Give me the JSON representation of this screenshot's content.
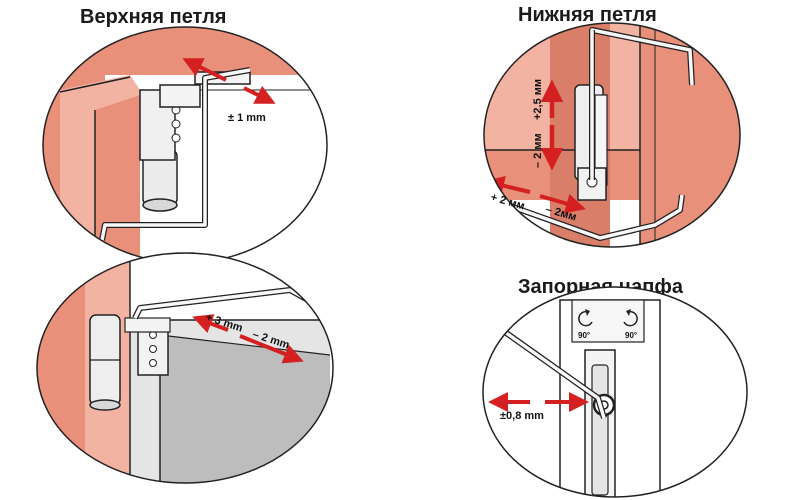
{
  "titles": {
    "top_hinge": "Верхняя петля",
    "bottom_hinge": "Нижняя петля",
    "locking_pin": "Запорная цапфа"
  },
  "labels": {
    "top_hinge_tolerance": "± 1 mm",
    "bottom_up": "+2,5 мм",
    "bottom_down": "– 2 мм",
    "bottom_left": "+ 2 мм",
    "bottom_right": "– 2мм",
    "side_plus": "+ 3 mm",
    "side_minus": "– 2 mm",
    "pin_tolerance": "±0,8 mm",
    "pin_angle_left": "90°",
    "pin_angle_right": "90°"
  },
  "colors": {
    "frame": "#e8907a",
    "frame_light": "#f2b3a3",
    "glass": "#d9d9d9",
    "arrow": "#d42020",
    "metal": "#e9e9e9",
    "outline": "#222222"
  },
  "icons": {
    "rotate_left": "counterclockwise-arrow-icon",
    "rotate_right": "clockwise-arrow-icon"
  }
}
